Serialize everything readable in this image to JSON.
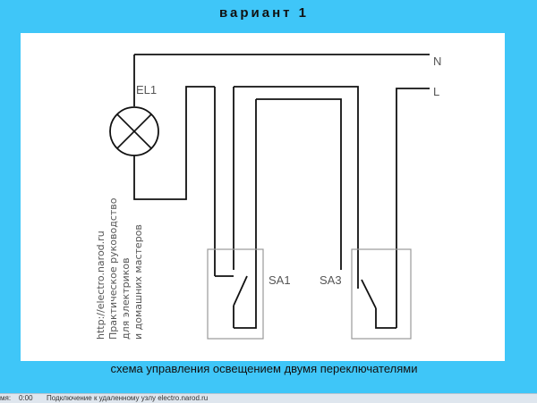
{
  "title": "вариант 1",
  "caption": "схема управления освещением двумя переключателями",
  "labels": {
    "lamp": "EL1",
    "neutral": "N",
    "line": "L",
    "switch1": "SA1",
    "switch2": "SA3"
  },
  "watermark": {
    "line1": "http://electro.narod.ru",
    "line2": "Практическое руководство",
    "line3": "для электриков",
    "line4": "и домашних мастеров"
  },
  "statusbar": {
    "time_label": "мя:",
    "time_value": "0:00",
    "message": "Подключение к удаленному узлу electro.narod.ru"
  },
  "colors": {
    "background": "#3fc6f8",
    "panel": "#ffffff",
    "wire": "#111111",
    "switch_box": "#999999"
  }
}
